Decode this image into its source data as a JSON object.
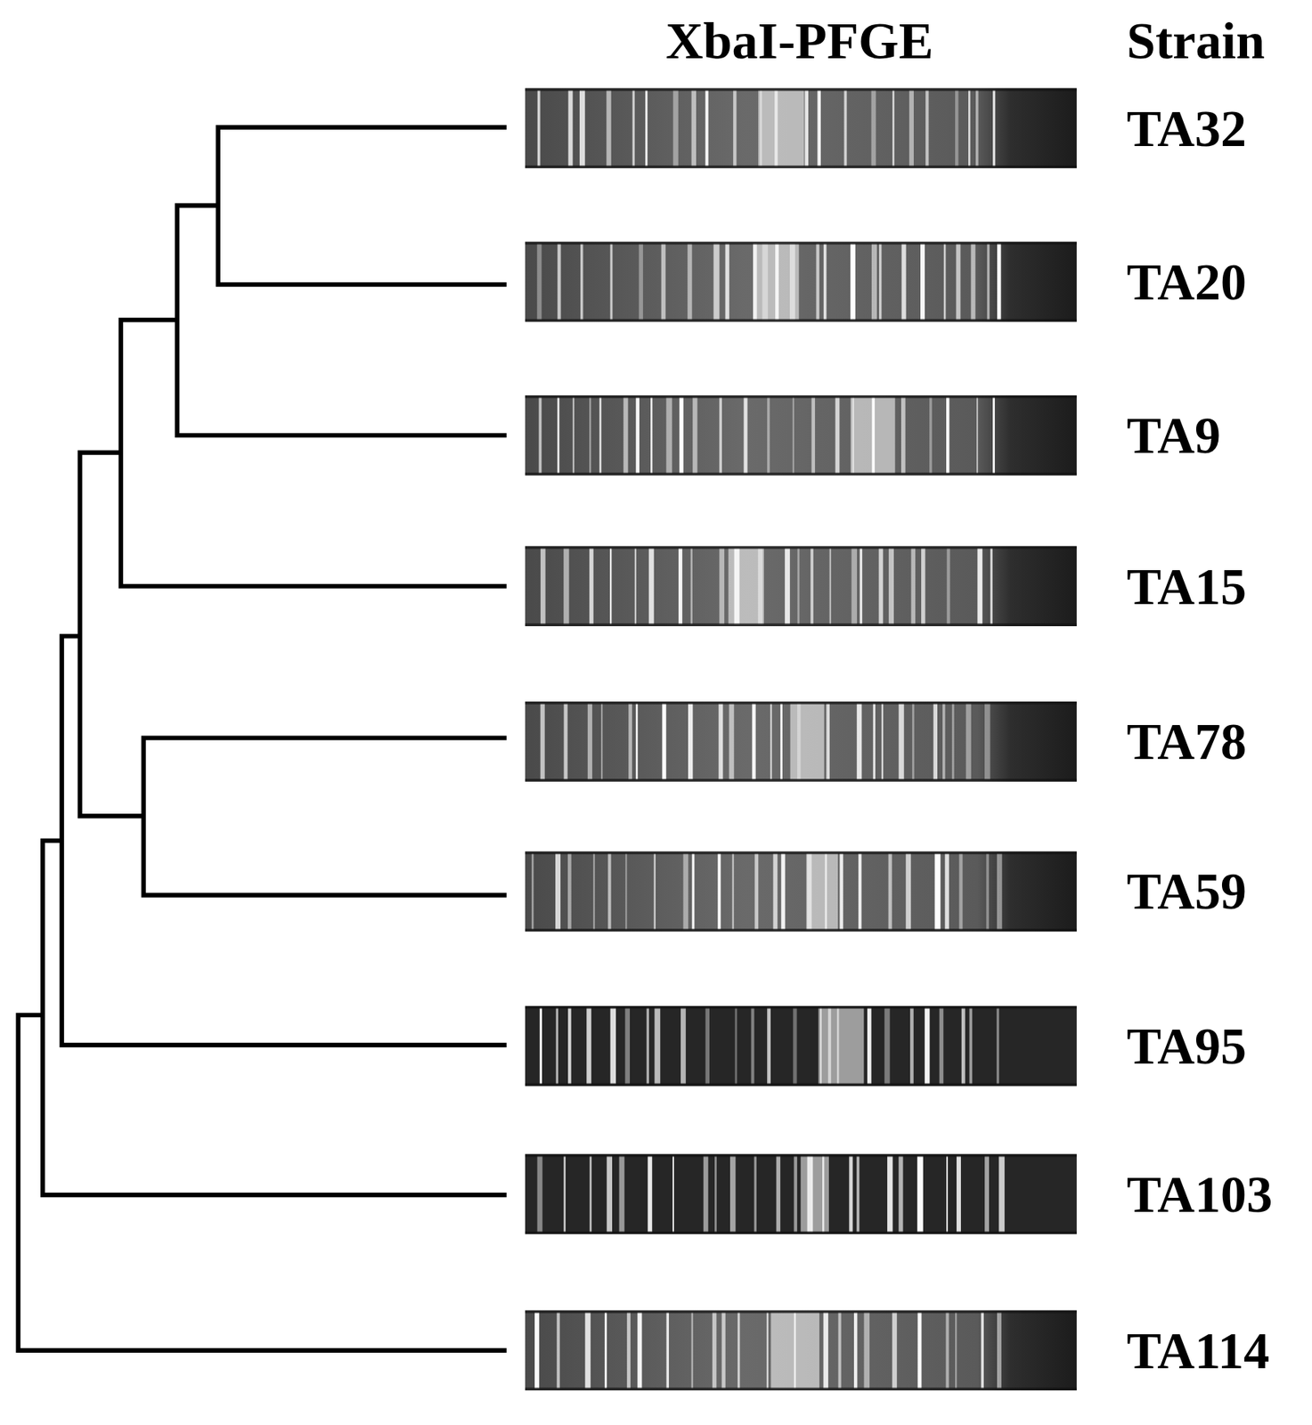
{
  "diagram": {
    "labels": [
      "XbaI-PFGE",
      "Strain",
      "TA32",
      "TA20",
      "TA9",
      "TA15",
      "TA78",
      "TA59",
      "TA95",
      "TA103",
      "TA114"
    ]
  }
}
